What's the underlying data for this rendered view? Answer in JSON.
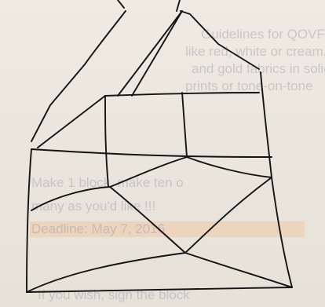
{
  "printed_text": {
    "line1": "Guidelines for QOVF Bl",
    "line2": "like red, white or cream, b",
    "line3": "and gold fabrics in solids,",
    "line4": "prints or tone-on-tone",
    "line5": "Make 1 block, make ten o",
    "line6": "many as you'd like !!!",
    "line7": "Deadline: May 7, 2016",
    "line8": "If you wish, sign the block"
  },
  "colors": {
    "paper": "#ece8df",
    "ink": "#141414",
    "print_text": "#9b97a6",
    "highlight": "#efc7a6"
  }
}
